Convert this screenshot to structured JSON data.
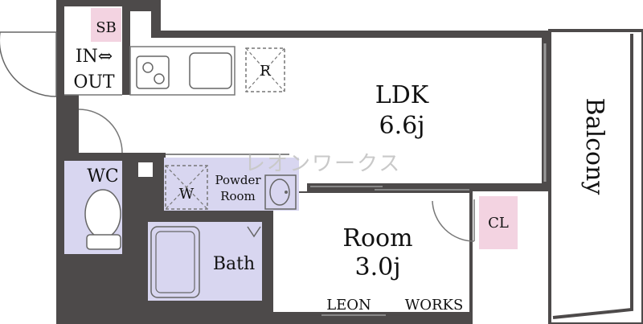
{
  "rooms": {
    "ldk": {
      "name": "LDK",
      "size": "6.6j"
    },
    "room": {
      "name": "Room",
      "size": "3.0j"
    },
    "bath": {
      "name": "Bath"
    },
    "wc": {
      "name": "WC"
    },
    "powder": {
      "line1": "Powder",
      "line2": "Room"
    },
    "balcony": {
      "name": "Balcony"
    }
  },
  "fixtures": {
    "sb": "SB",
    "entrance_in": "IN⇔",
    "entrance_out": "OUT",
    "fridge": "R",
    "washer": "W",
    "closet": "CL"
  },
  "watermark": "レオンワークス",
  "brand": {
    "left": "LEON",
    "right": "WORKS"
  },
  "colors": {
    "wall": "#4d4a4a",
    "wet_area": "#d8d6f0",
    "pink": "#f3d3e1",
    "floor": "#ffffff"
  }
}
